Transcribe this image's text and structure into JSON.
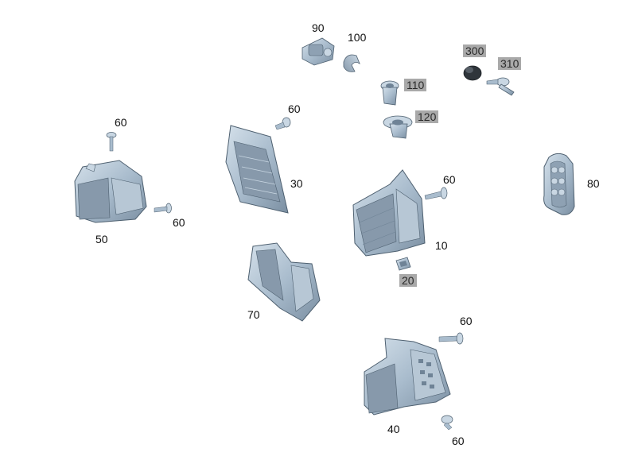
{
  "colors": {
    "part_fill": "#a9bccd",
    "part_light": "#c9d7e3",
    "part_dark": "#6f8396",
    "part_stroke": "#4e6070",
    "label_highlight": "#a9a9a9",
    "background": "#ffffff"
  },
  "parts": [
    {
      "id": "p10",
      "label": "10",
      "highlighted": false,
      "icon": "air-duct-housing-icon"
    },
    {
      "id": "p20",
      "label": "20",
      "highlighted": true,
      "icon": "clip-icon"
    },
    {
      "id": "p30",
      "label": "30",
      "highlighted": false,
      "icon": "air-duct-frame-icon"
    },
    {
      "id": "p40",
      "label": "40",
      "highlighted": false,
      "icon": "air-duct-housing-icon"
    },
    {
      "id": "p50",
      "label": "50",
      "highlighted": false,
      "icon": "air-duct-housing-icon"
    },
    {
      "id": "p60a",
      "label": "60",
      "highlighted": false,
      "icon": "screw-icon"
    },
    {
      "id": "p60b",
      "label": "60",
      "highlighted": false,
      "icon": "screw-icon"
    },
    {
      "id": "p60c",
      "label": "60",
      "highlighted": false,
      "icon": "screw-icon"
    },
    {
      "id": "p60d",
      "label": "60",
      "highlighted": false,
      "icon": "screw-icon"
    },
    {
      "id": "p60e",
      "label": "60",
      "highlighted": false,
      "icon": "screw-icon"
    },
    {
      "id": "p60f",
      "label": "60",
      "highlighted": false,
      "icon": "screw-icon"
    },
    {
      "id": "p70",
      "label": "70",
      "highlighted": false,
      "icon": "air-duct-channel-icon"
    },
    {
      "id": "p80",
      "label": "80",
      "highlighted": false,
      "icon": "vent-grille-icon"
    },
    {
      "id": "p90",
      "label": "90",
      "highlighted": false,
      "icon": "actuator-motor-icon"
    },
    {
      "id": "p100",
      "label": "100",
      "highlighted": false,
      "icon": "bracket-icon"
    },
    {
      "id": "p110",
      "label": "110",
      "highlighted": true,
      "icon": "grommet-icon"
    },
    {
      "id": "p120",
      "label": "120",
      "highlighted": true,
      "icon": "grommet-icon"
    },
    {
      "id": "p300",
      "label": "300",
      "highlighted": true,
      "icon": "rubber-cap-icon"
    },
    {
      "id": "p310",
      "label": "310",
      "highlighted": true,
      "icon": "clip-pin-icon"
    }
  ]
}
